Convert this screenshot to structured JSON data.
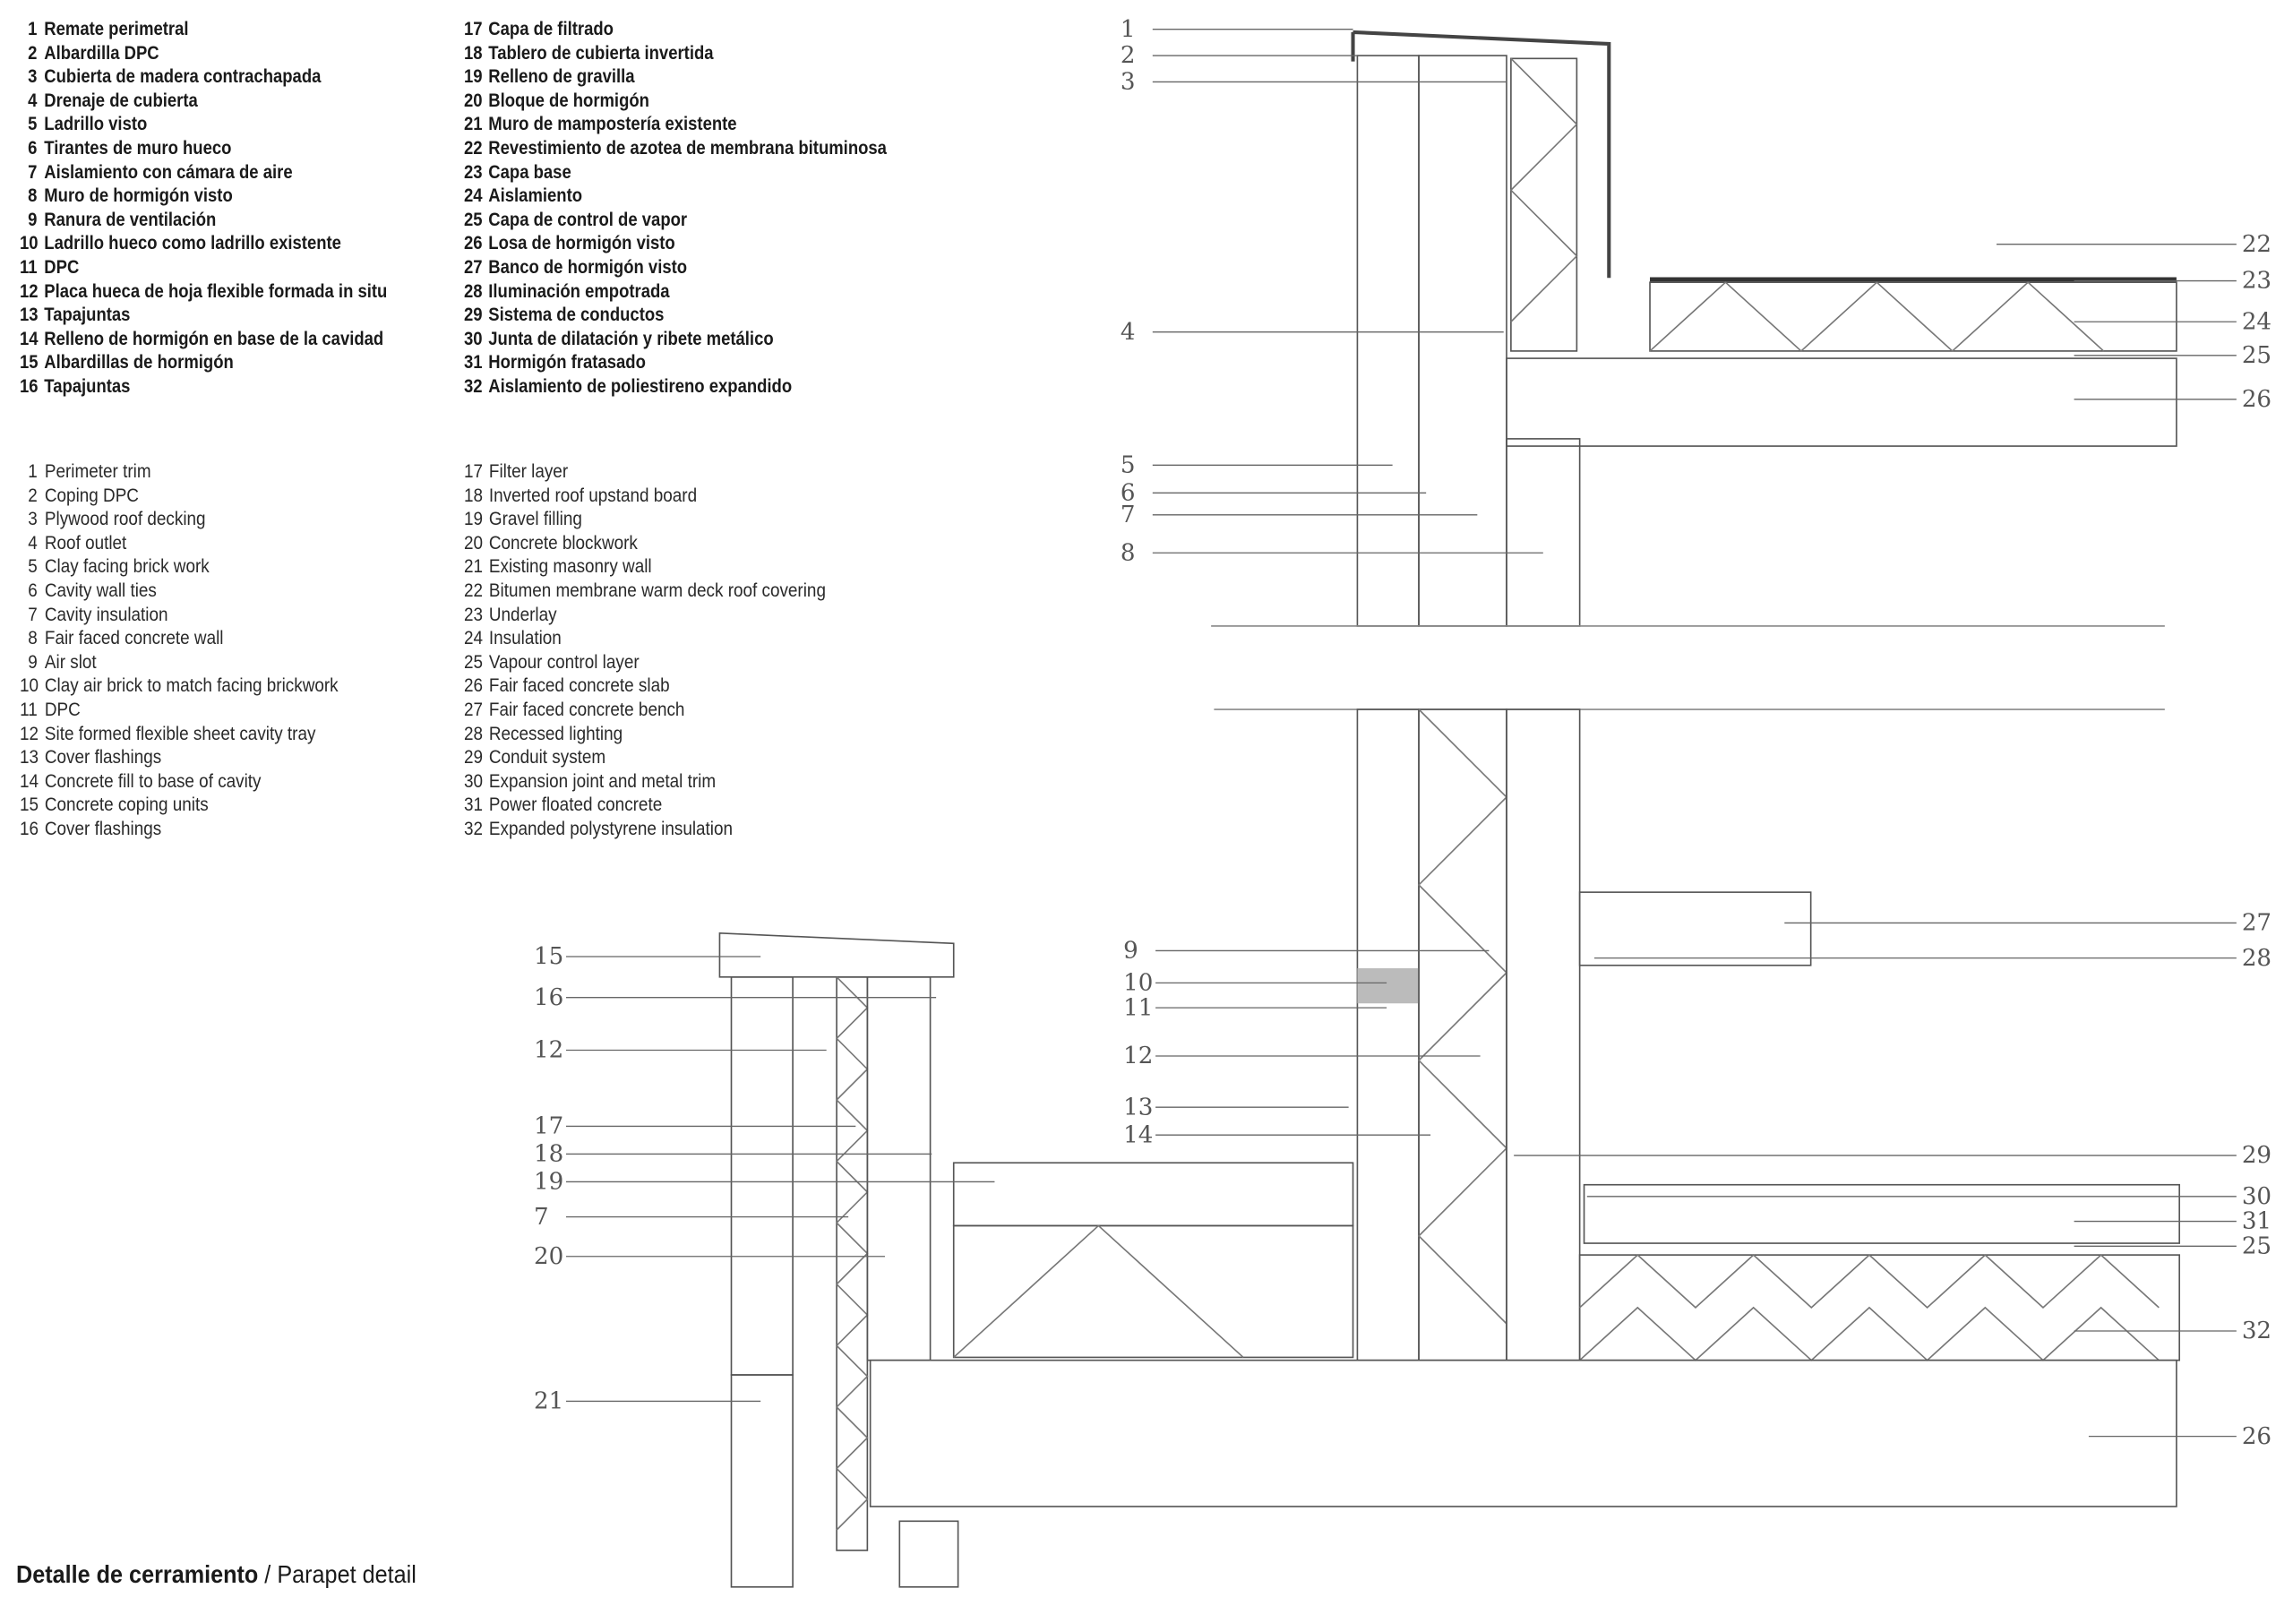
{
  "legend_es": [
    "Remate perimetral",
    "Albardilla DPC",
    "Cubierta de madera contrachapada",
    "Drenaje de cubierta",
    "Ladrillo visto",
    "Tirantes de muro hueco",
    "Aislamiento con cámara de aire",
    "Muro de hormigón visto",
    "Ranura de ventilación",
    "Ladrillo hueco como ladrillo existente",
    "DPC",
    "Placa hueca de hoja flexible formada in situ",
    "Tapajuntas",
    "Relleno de hormigón en base de la cavidad",
    "Albardillas de hormigón",
    "Tapajuntas",
    "Capa de filtrado",
    "Tablero de cubierta invertida",
    "Relleno de gravilla",
    "Bloque de hormigón",
    "Muro de mampostería existente",
    "Revestimiento de azotea de membrana bituminosa",
    "Capa base",
    "Aislamiento",
    "Capa de control de vapor",
    "Losa de hormigón visto",
    "Banco de hormigón visto",
    "Iluminación empotrada",
    "Sistema de conductos",
    "Junta de dilatación y ribete metálico",
    "Hormigón fratasado",
    "Aislamiento de poliestireno expandido"
  ],
  "legend_en": [
    "Perimeter trim",
    "Coping DPC",
    "Plywood roof decking",
    "Roof outlet",
    "Clay facing brick work",
    "Cavity wall ties",
    "Cavity insulation",
    "Fair faced concrete wall",
    "Air slot",
    "Clay air brick to match facing brickwork",
    "DPC",
    "Site formed flexible sheet cavity tray",
    "Cover flashings",
    "Concrete fill to base of cavity",
    "Concrete coping units",
    "Cover flashings",
    "Filter layer",
    "Inverted roof upstand board",
    "Gravel filling",
    "Concrete blockwork",
    "Existing masonry wall",
    "Bitumen membrane warm deck roof covering",
    "Underlay",
    "Insulation",
    "Vapour control layer",
    "Fair faced concrete slab",
    "Fair faced concrete bench",
    "Recessed lighting",
    "Conduit system",
    "Expansion joint and metal trim",
    "Power floated concrete",
    "Expanded polystyrene insulation"
  ],
  "caption": {
    "title_es": "Detalle de cerramiento",
    "separator": " / ",
    "title_en": "Parapet detail"
  },
  "callouts": {
    "upper_left": [
      "1",
      "2",
      "3",
      "4",
      "5",
      "6",
      "7",
      "8"
    ],
    "upper_right": [
      "22",
      "23",
      "24",
      "25",
      "26"
    ],
    "middle": [
      "9",
      "10",
      "11",
      "12",
      "13",
      "14"
    ],
    "lower_right": [
      "27",
      "28",
      "29",
      "30",
      "31",
      "25",
      "32",
      "26"
    ],
    "lower_left": [
      "15",
      "16",
      "12",
      "17",
      "18",
      "19",
      "7",
      "20",
      "21"
    ]
  }
}
